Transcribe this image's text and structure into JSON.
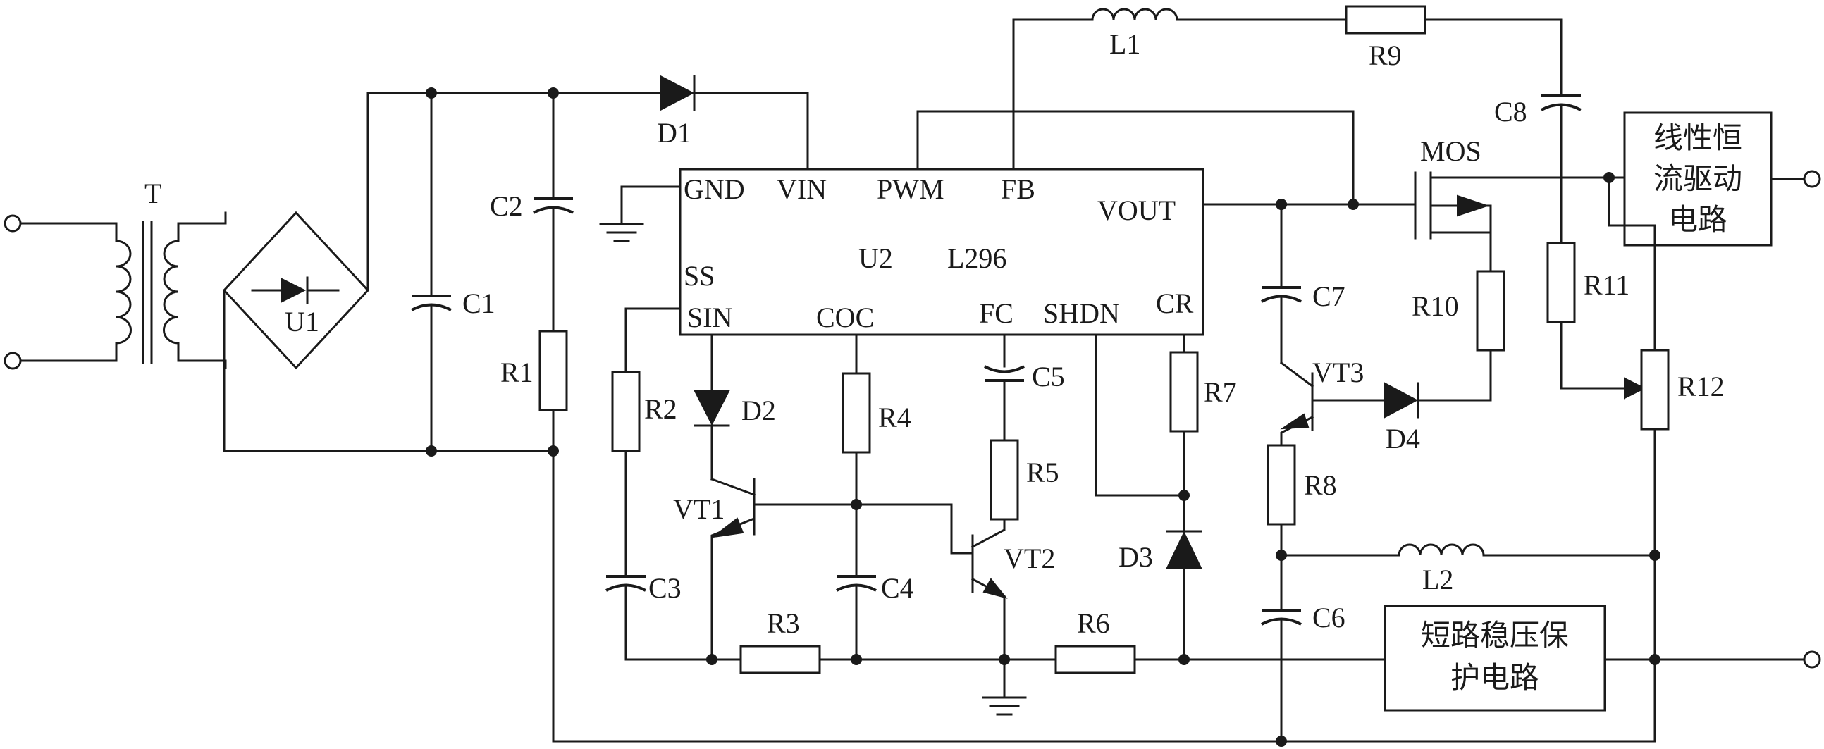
{
  "labels": {
    "transformer": "T",
    "bridge": "U1",
    "d1": "D1",
    "d2": "D2",
    "d3": "D3",
    "d4": "D4",
    "c1": "C1",
    "c2": "C2",
    "c3": "C3",
    "c4": "C4",
    "c5": "C5",
    "c6": "C6",
    "c7": "C7",
    "c8": "C8",
    "r1": "R1",
    "r2": "R2",
    "r3": "R3",
    "r4": "R4",
    "r5": "R5",
    "r6": "R6",
    "r7": "R7",
    "r8": "R8",
    "r9": "R9",
    "r10": "R10",
    "r11": "R11",
    "r12": "R12",
    "l1": "L1",
    "l2": "L2",
    "vt1": "VT1",
    "vt2": "VT2",
    "vt3": "VT3",
    "mos": "MOS"
  },
  "ic": {
    "ref": "U2",
    "part": "L296",
    "pins": {
      "gnd": "GND",
      "vin": "VIN",
      "pwm": "PWM",
      "fb": "FB",
      "vout": "VOUT",
      "ss": "SS",
      "sin": "SIN",
      "coc": "COC",
      "fc": "FC",
      "shdn": "SHDN",
      "cr": "CR"
    }
  },
  "blocks": {
    "linear_driver": [
      "线性恒",
      "流驱动",
      "电路"
    ],
    "short_protect": [
      "短路稳压保",
      "护电路"
    ]
  }
}
